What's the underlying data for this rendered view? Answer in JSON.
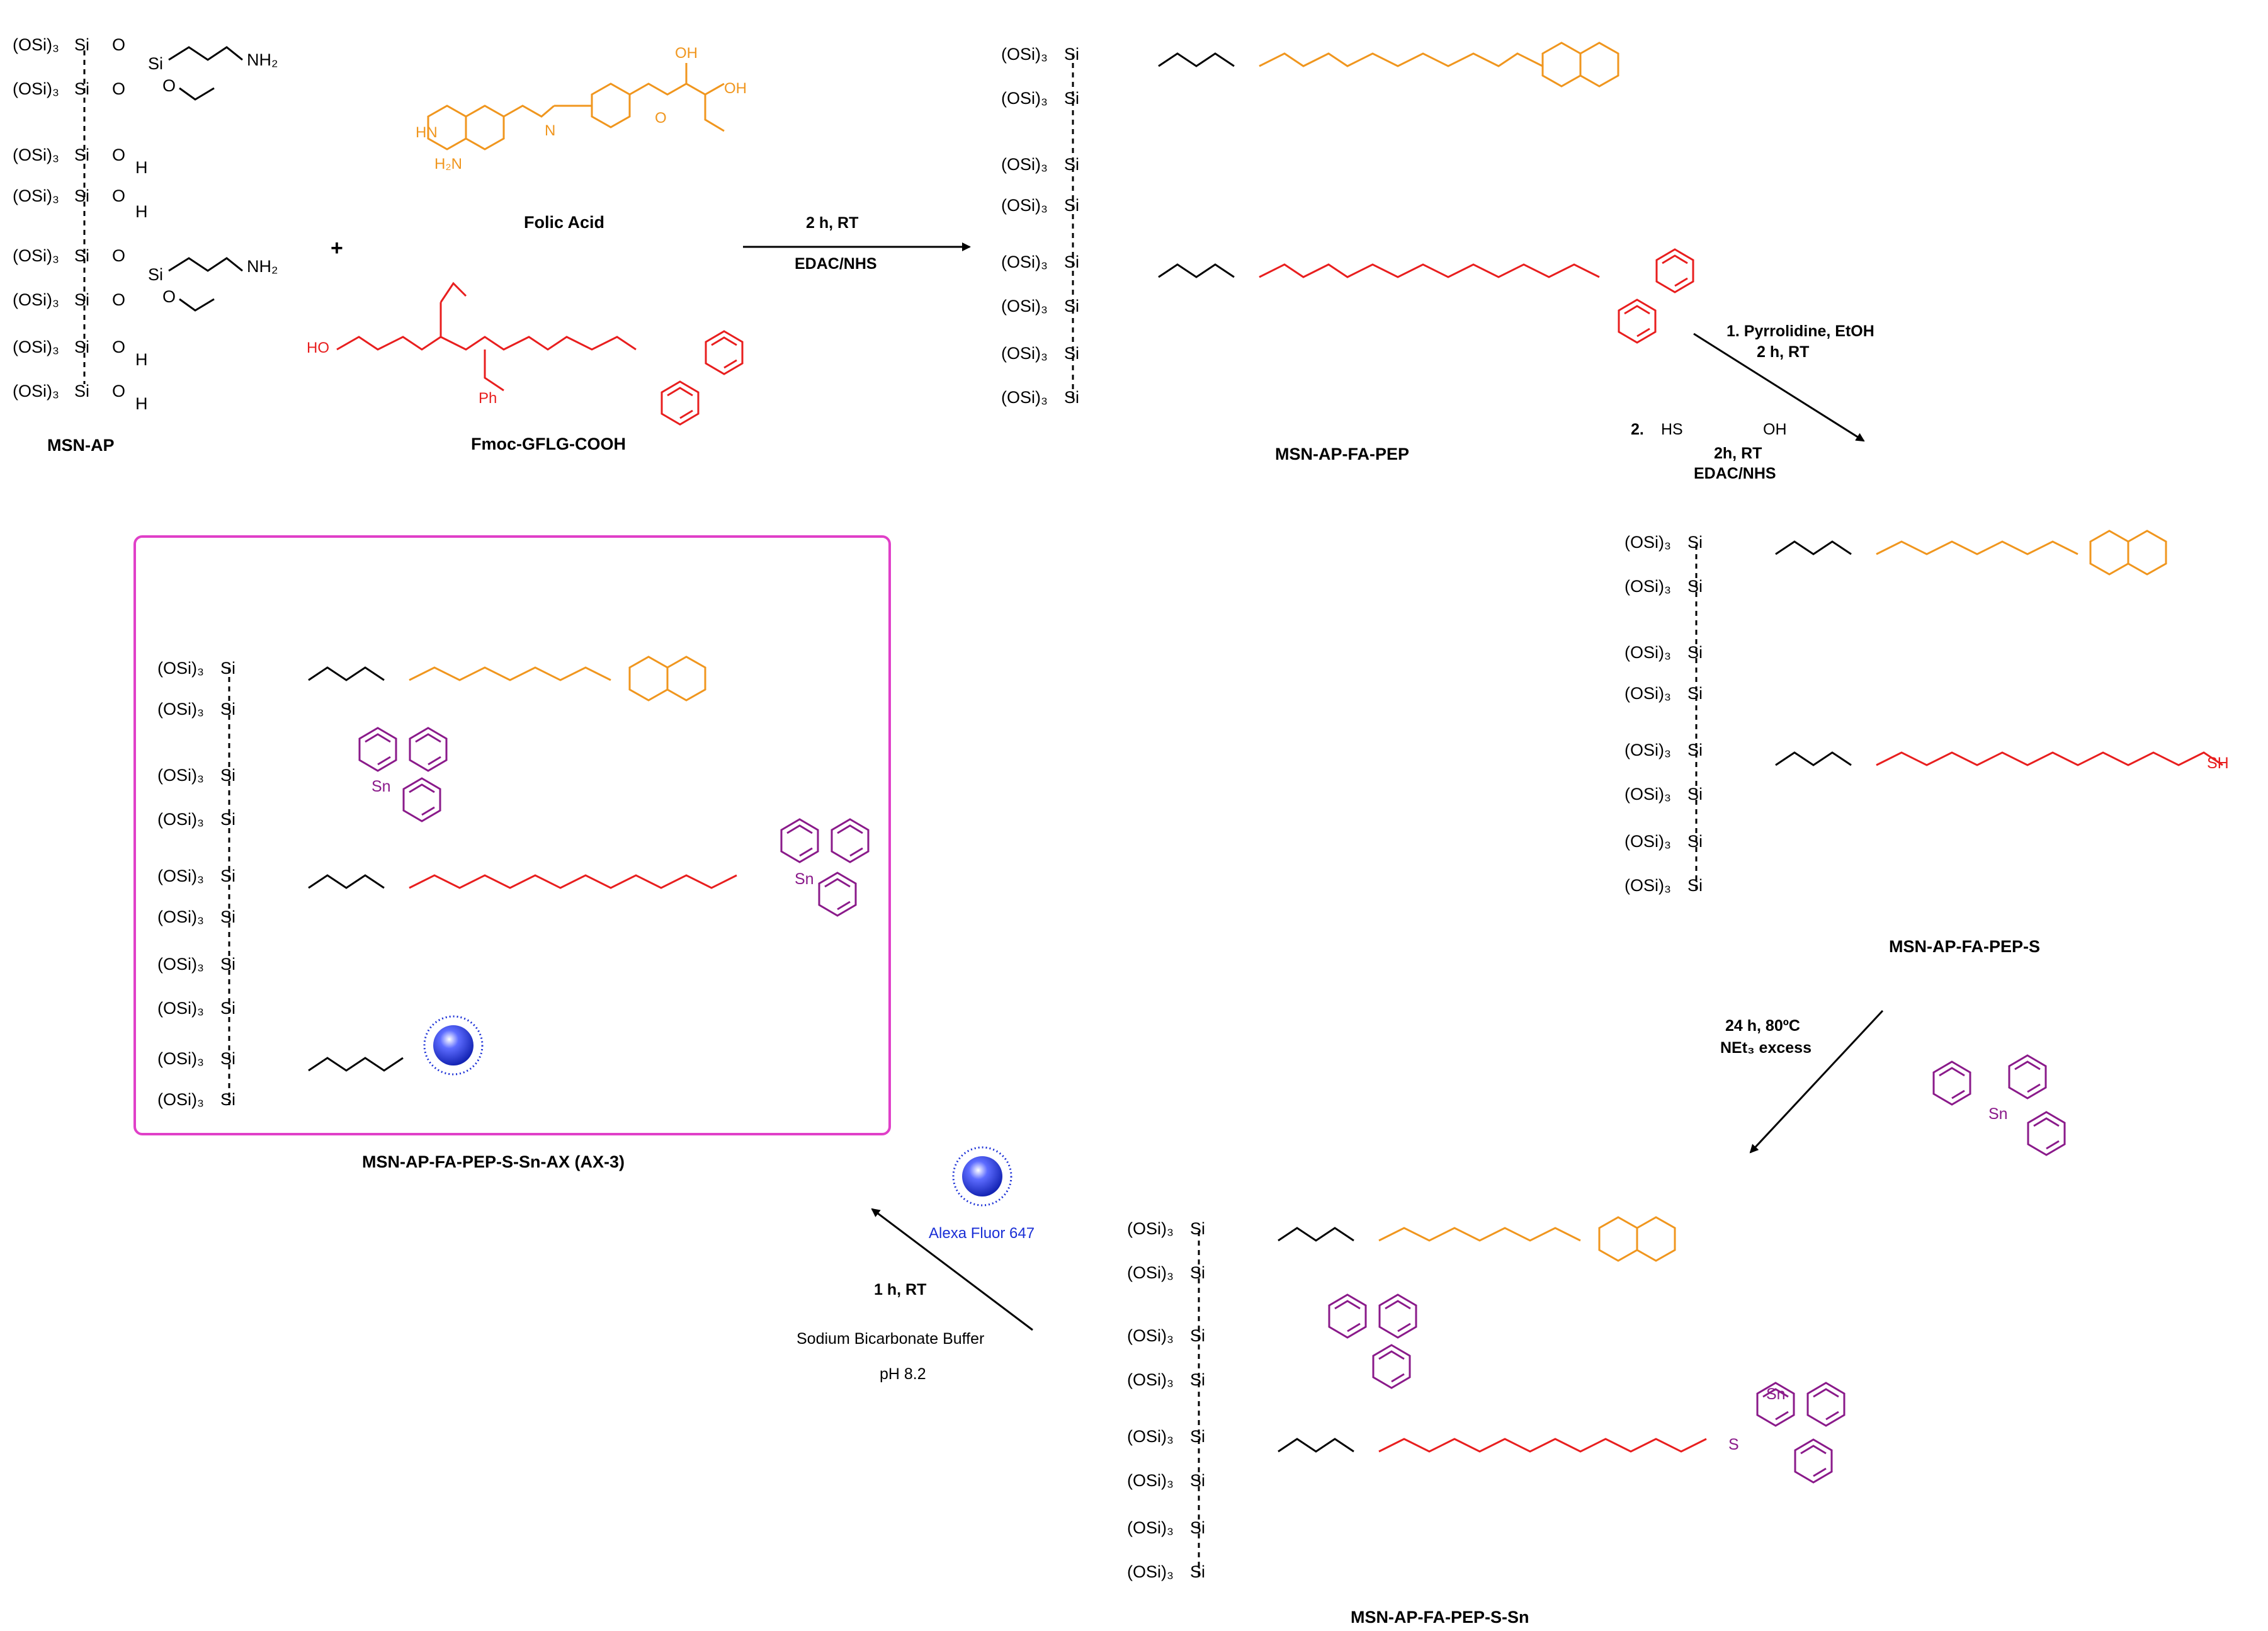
{
  "labels": {
    "msn_ap": "MSN-AP",
    "folic_acid": "Folic Acid",
    "fmoc_gflg": "Fmoc-GFLG-COOH",
    "msn_ap_fa_pep": "MSN-AP-FA-PEP",
    "msn_ap_fa_pep_s": "MSN-AP-FA-PEP-S",
    "msn_ap_fa_pep_s_sn": "MSN-AP-FA-PEP-S-Sn",
    "msn_ap_fa_pep_s_sn_ax": "MSN-AP-FA-PEP-S-Sn-AX (AX-3)",
    "alexa": "Alexa Fluor 647",
    "plus": "+"
  },
  "steps": {
    "step1": {
      "top": "2 h, RT",
      "bottom": "EDAC/NHS"
    },
    "step2": {
      "line1": "1. Pyrrolidine, EtOH",
      "line2": "2 h, RT",
      "line3": "2.",
      "line4": "2h, RT",
      "line5": "EDAC/NHS"
    },
    "step3": {
      "line1": "24 h, 80ºC",
      "line2": "NEt₃ excess"
    },
    "step4": {
      "line1": "1 h, RT",
      "line2": "Sodium Bicarbonate Buffer",
      "line3": "pH 8.2"
    }
  },
  "atoms": {
    "osi": "(OSi)₃",
    "si": "Si",
    "o": "O",
    "h": "H",
    "nh2": "NH₂",
    "n": "N",
    "h_n": "H",
    "sn": "Sn",
    "s": "S",
    "sh": "SH",
    "hs": "HS",
    "oh": "OH",
    "ph": "Ph",
    "ho": "HO",
    "hn": "HN"
  },
  "colors": {
    "folate": "#f0961e",
    "peptide": "#e81e1e",
    "tin": "#8a1a8a",
    "box": "#e040c8",
    "dye": "#1a2fd6",
    "black": "#000000"
  }
}
